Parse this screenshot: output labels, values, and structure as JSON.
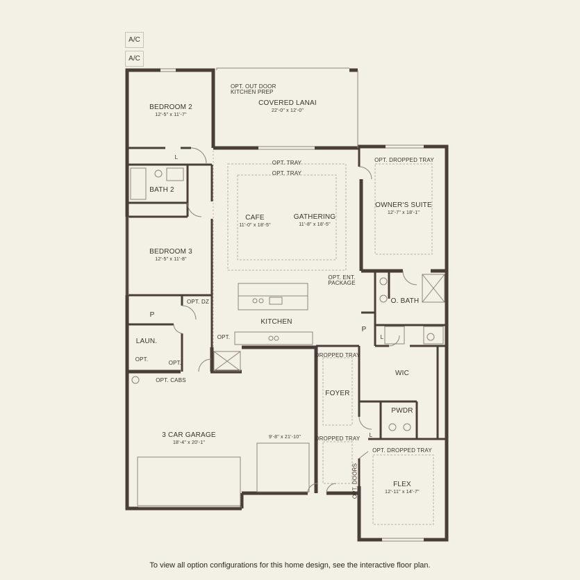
{
  "ac_labels": [
    "A/C",
    "A/C"
  ],
  "rooms": {
    "bedroom2": {
      "name": "BEDROOM 2",
      "dim": "12'-5\" x 11'-7\""
    },
    "covered_lanai": {
      "name": "COVERED LANAI",
      "dim": "22'-0\" x 12'-0\""
    },
    "bath2": {
      "name": "BATH 2"
    },
    "bedroom3": {
      "name": "BEDROOM 3",
      "dim": "12'-5\" x 11'-8\""
    },
    "cafe": {
      "name": "CAFE",
      "dim": "11'-0\" x 18'-5\""
    },
    "gathering": {
      "name": "GATHERING",
      "dim": "11'-8\" x 18'-5\""
    },
    "owners_suite": {
      "name": "OWNER'S SUITE",
      "dim": "12'-7\" x 18'-1\""
    },
    "o_bath": {
      "name": "O. BATH"
    },
    "kitchen": {
      "name": "KITCHEN"
    },
    "pantry": {
      "name": "P"
    },
    "laundry": {
      "name": "LAUN."
    },
    "pantry2": {
      "name": "P"
    },
    "wic": {
      "name": "WIC"
    },
    "foyer": {
      "name": "FOYER"
    },
    "pwdr": {
      "name": "PWDR"
    },
    "garage": {
      "name": "3 CAR GARAGE",
      "dim": "18'-4\" x 20'-1\""
    },
    "garage_bay": {
      "dim": "9'-8\" x 21'-10\""
    },
    "flex": {
      "name": "FLEX",
      "dim": "12'-11\" x 14'-7\""
    }
  },
  "notes": {
    "opt_outdoor_kitchen": "OPT. OUT DOOR",
    "opt_outdoor_kitchen2": "KITCHEN PREP",
    "opt_tray1": "OPT. TRAY",
    "opt_tray2": "OPT. TRAY",
    "opt_dropped_tray_owner": "OPT. DROPPED TRAY",
    "opt_ent_package": "OPT. ENT.",
    "opt_ent_package2": "PACKAGE",
    "opt_dz": "OPT. DZ",
    "opt_kitchen": "OPT.",
    "opt_laun1": "OPT.",
    "opt_laun2": "OPT.",
    "opt_cabs": "OPT. CABS",
    "dropped_tray1": "DROPPED TRAY",
    "dropped_tray2": "DROPPED TRAY",
    "opt_doors": "OPT. DOORS",
    "opt_dropped_tray_flex": "OPT. DROPPED TRAY",
    "linen1": "L",
    "linen2": "L",
    "linen3": "L"
  },
  "footer": "To view all option configurations for this home design, see the interactive floor plan.",
  "colors": {
    "background": "#f3f0e6",
    "wall": "#4a3f38",
    "thin": "#8c8378",
    "dashed": "#b9b2a6"
  }
}
